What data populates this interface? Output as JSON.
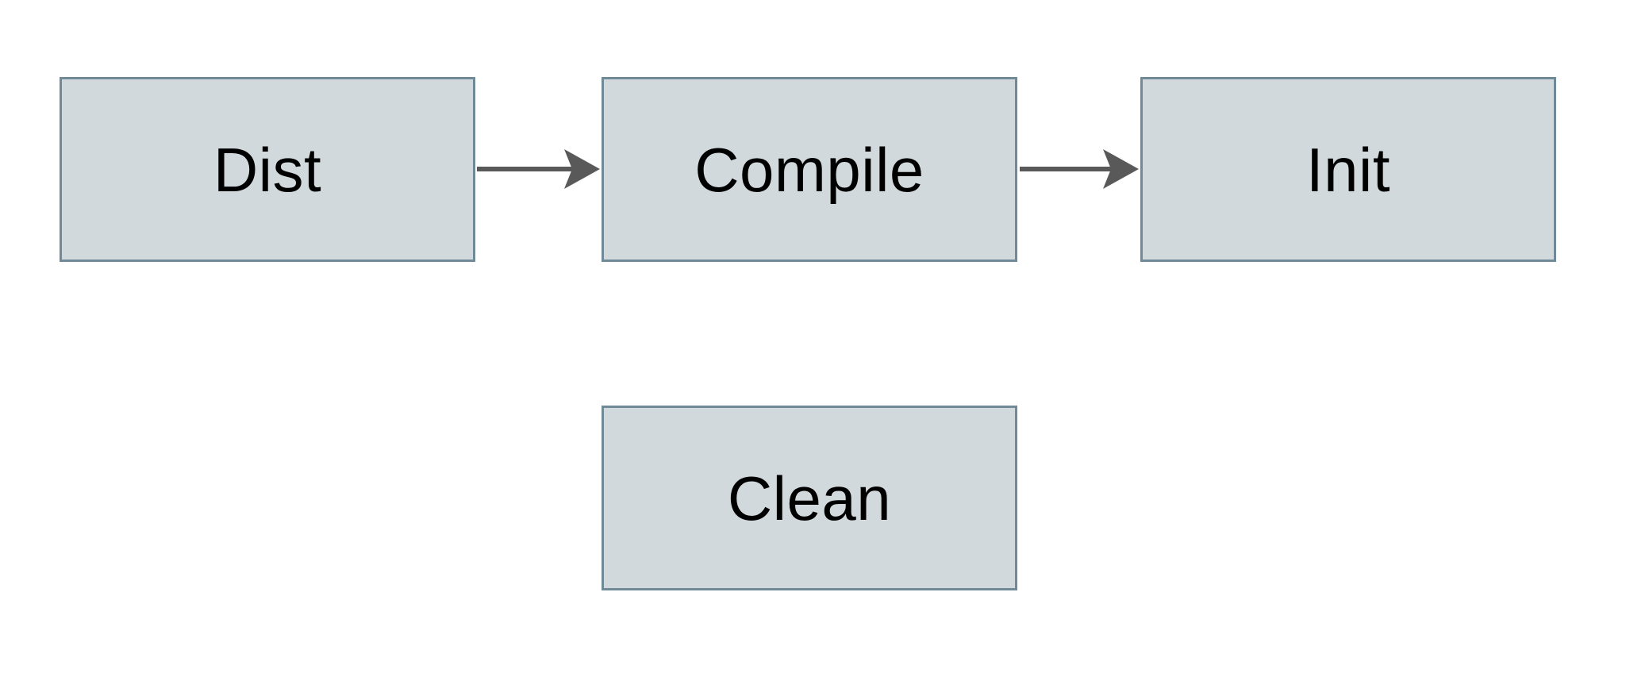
{
  "diagram": {
    "type": "flowchart",
    "nodes": [
      {
        "id": "dist",
        "label": "Dist"
      },
      {
        "id": "compile",
        "label": "Compile"
      },
      {
        "id": "init",
        "label": "Init"
      },
      {
        "id": "clean",
        "label": "Clean"
      }
    ],
    "edges": [
      {
        "from": "Dist",
        "to": "Compile",
        "direction": "right"
      },
      {
        "from": "Compile",
        "to": "Init",
        "direction": "right"
      }
    ]
  },
  "colors": {
    "node_fill": "#d2d9dc",
    "node_border": "#708a97",
    "arrow": "#595959",
    "text": "#000000",
    "background": "#ffffff"
  }
}
